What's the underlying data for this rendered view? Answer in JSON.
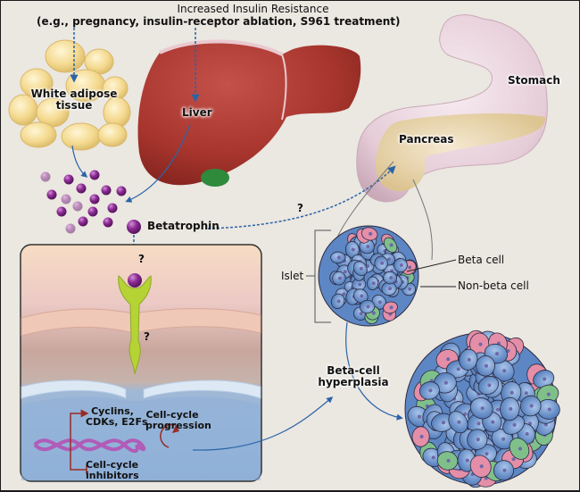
{
  "header": {
    "title": "Increased Insulin Resistance",
    "subtitle": "(e.g., pregnancy, insulin-receptor ablation, S961 treatment)"
  },
  "organs": {
    "adipose": "White adipose tissue",
    "adipose_line1": "White adipose",
    "adipose_line2": "tissue",
    "liver": "Liver",
    "stomach": "Stomach",
    "pancreas": "Pancreas"
  },
  "hormone": {
    "name": "Betatrophin",
    "unknown_mark": "?"
  },
  "cell_inset": {
    "receptor_question_top": "?",
    "receptor_question_side": "?",
    "gene_up_line1": "Cyclins,",
    "gene_up_line2": "CDKs, E2Fs",
    "gene_down_line1": "Cell-cycle",
    "gene_down_line2": "inhibitors",
    "progression_line1": "Cell-cycle",
    "progression_line2": "progression"
  },
  "islet": {
    "label": "Islet",
    "beta_cell": "Beta cell",
    "non_beta_cell": "Non-beta cell"
  },
  "outcome": {
    "line1": "Beta-cell",
    "line2": "hyperplasia"
  },
  "colors": {
    "background": "#ebe7e1",
    "liver": "#a8362e",
    "gallbladder": "#2f8a3c",
    "adipose": "#f2d588",
    "betatrophin": "#8a2b92",
    "receptor": "#b5d334",
    "stomach": "#ead3dc",
    "pancreas": "#ecdcb2",
    "beta_cell": "#6f96cf",
    "non_beta_pink": "#e58ea8",
    "non_beta_green": "#7fc08a",
    "arrow_blue": "#2a64a8",
    "dna": "#b05cb8",
    "gene_arrow": "#9a2a24"
  }
}
